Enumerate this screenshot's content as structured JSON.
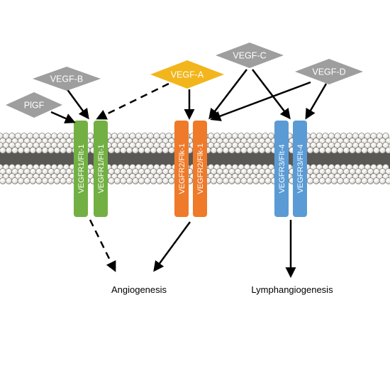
{
  "ligands": {
    "vegf_b": "VEGF-B",
    "plgf": "PlGF",
    "vegf_a": "VEGF-A",
    "vegf_c": "VEGF-C",
    "vegf_d": "VEGF-D"
  },
  "receptors": {
    "r1_left": "VEGFR1/Flt-1",
    "r1_right": "VEGFR1/Flt-1",
    "r2_left": "VEGFR2/Flk-1",
    "r2_right": "VEGFR2/Flk-1",
    "r3_left": "VEGFR3/Flt-4",
    "r3_right": "VEGFR3/Flt-4"
  },
  "outcomes": {
    "angiogenesis": "Angiogenesis",
    "lymphangiogenesis": "Lymphangiogenesis"
  },
  "colors": {
    "ligand_gray": "#9e9e9e",
    "ligand_yellow": "#f2b51b",
    "vegfr1_green": "#72b043",
    "vegfr2_orange": "#ee7a2a",
    "vegfr3_blue": "#5a9bd5",
    "membrane_bead": "#ece9e4",
    "arrow": "#000000"
  }
}
